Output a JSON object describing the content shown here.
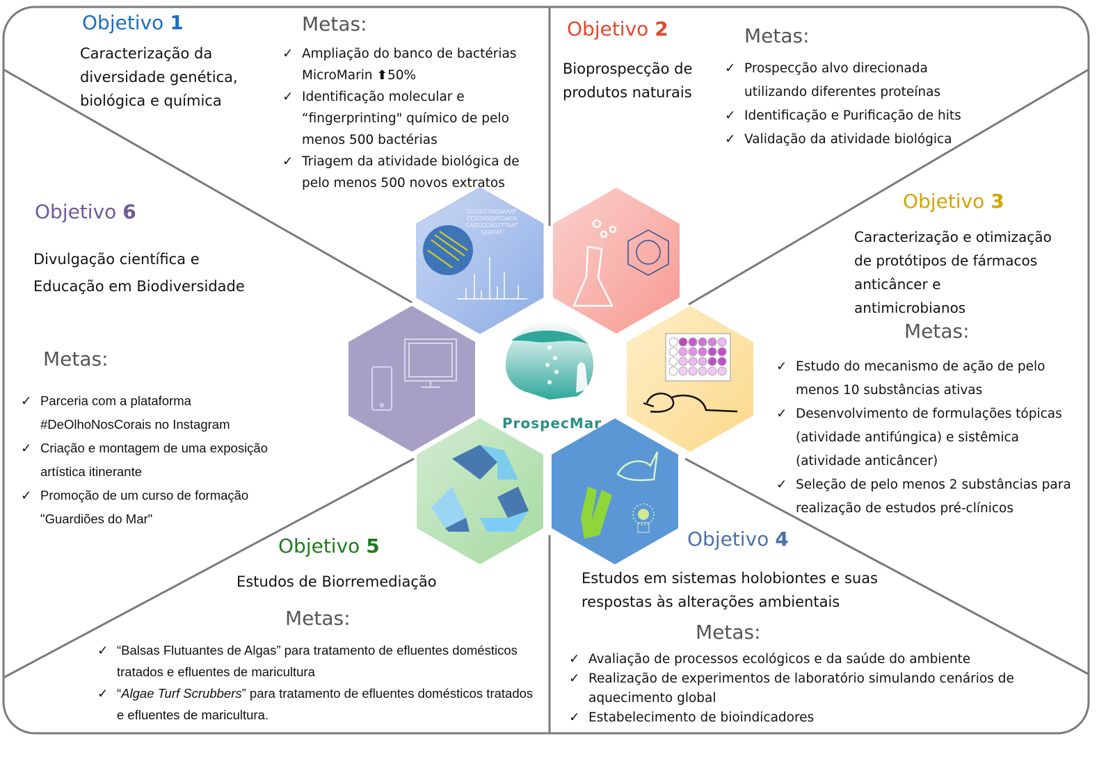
{
  "center": {
    "logo_text": "ProspecMar"
  },
  "dna_sequence": [
    "CGGGTTACGAAAT",
    "CCGTAGGATGACA",
    "CACCCCAGTTTAAT",
    "GGATAT"
  ],
  "colors": {
    "obj1": "#1b6fbf",
    "obj2": "#e8452c",
    "obj3": "#d4a300",
    "obj4": "#4a72a8",
    "obj5": "#1e7b1e",
    "obj6": "#6c5b9c",
    "border": "#777777"
  },
  "objectives": [
    {
      "title": "Objetivo",
      "num": "1",
      "desc": [
        "Caracterização da",
        "diversidade genética,",
        "biológica e química"
      ],
      "metas_label": "Metas:",
      "metas": [
        "Ampliação do banco de bactérias MicroMarin",
        "Identificação molecular e “fingerprinting\" químico de pelo menos 500 bactérias",
        "Triagem da atividade biológica de pelo menos 500 novos extratos"
      ],
      "increase": "50%"
    },
    {
      "title": "Objetivo",
      "num": "2",
      "desc": [
        "Bioprospecção de",
        "produtos naturais"
      ],
      "metas_label": "Metas:",
      "metas": [
        "Prospecção alvo direcionada utilizando diferentes proteínas",
        "Identificação e Purificação de hits",
        "Validação da atividade biológica"
      ]
    },
    {
      "title": "Objetivo",
      "num": "3",
      "desc": [
        "Caracterização e otimização",
        "de protótipos de fármacos",
        "anticâncer e",
        "antimicrobianos"
      ],
      "metas_label": "Metas:",
      "metas": [
        "Estudo do mecanismo de ação de pelo menos 10 substâncias ativas",
        "Desenvolvimento de formulações tópicas (atividade antifúngica) e sistêmica (atividade anticâncer)",
        "Seleção de pelo menos 2 substâncias para realização de estudos pré-clínicos"
      ]
    },
    {
      "title": "Objetivo",
      "num": "4",
      "desc": [
        "Estudos em sistemas holobiontes e suas",
        "respostas às alterações ambientais"
      ],
      "metas_label": "Metas:",
      "metas": [
        "Avaliação de processos ecológicos e da saúde do ambiente",
        "Realização de experimentos de laboratório simulando cenários de aquecimento global",
        "Estabelecimento de bioindicadores"
      ]
    },
    {
      "title": "Objetivo",
      "num": "5",
      "desc": [
        "Estudos de Biorremediação"
      ],
      "metas_label": "Metas:",
      "metas": [
        {
          "pre": "“Balsas Flutuantes de Algas” para tratamento de efluentes domésticos tratados e efluentes de maricultura"
        },
        {
          "q1": "“",
          "italic": "Algae Turf Scrubbers",
          "post": "” para tratamento de efluentes domésticos tratados e efluentes de maricultura."
        }
      ]
    },
    {
      "title": "Objetivo",
      "num": "6",
      "desc": [
        "Divulgação científica e",
        "Educação em Biodiversidade"
      ],
      "metas_label": "Metas:",
      "metas": [
        "Parceria com a plataforma #DeOlhoNosCorais no Instagram",
        "Criação e montagem de uma exposição artística itinerante",
        "Promoção de um curso de formação \"Guardiões do Mar\""
      ]
    }
  ]
}
